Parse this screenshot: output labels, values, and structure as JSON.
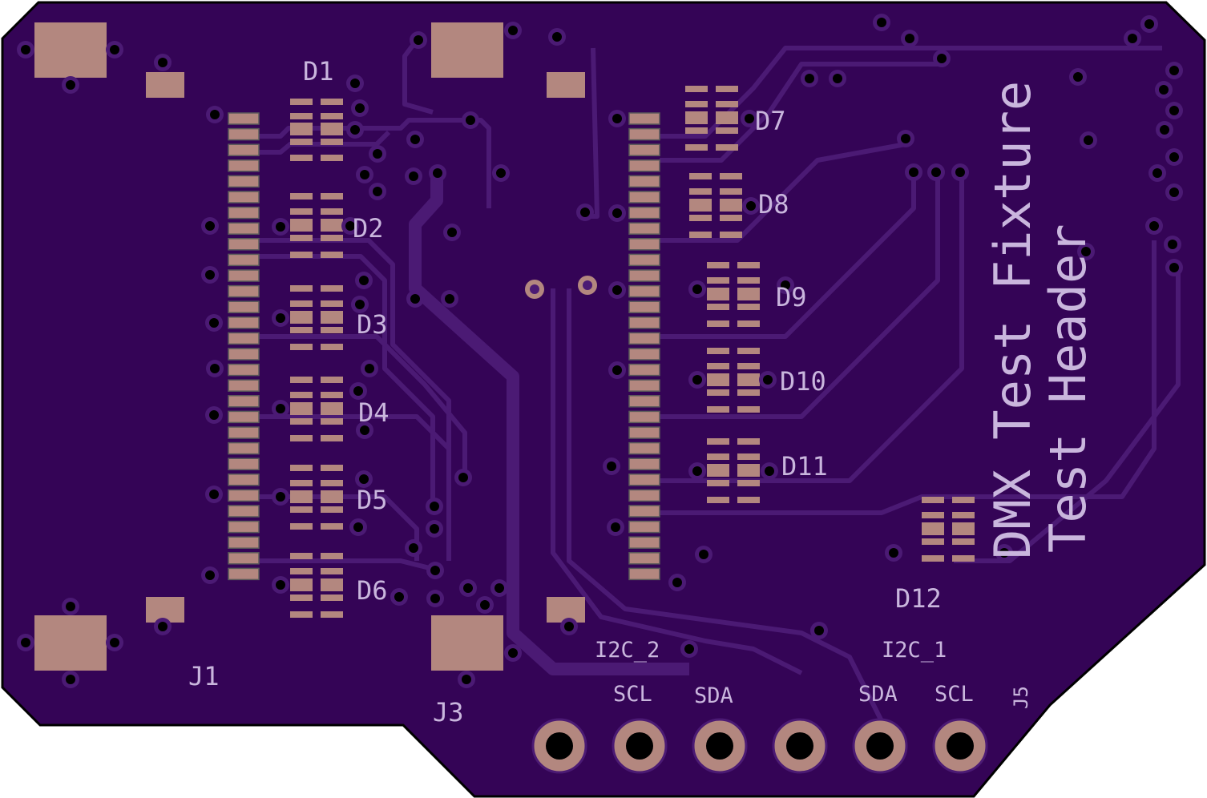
{
  "colors": {
    "board": "#340456",
    "trace": "#4b1a74",
    "pad": "#b3877f",
    "silk": "#c9b6dd",
    "drill": "#000000"
  },
  "labels": {
    "d1": "D1",
    "d2": "D2",
    "d3": "D3",
    "d4": "D4",
    "d5": "D5",
    "d6": "D6",
    "d7": "D7",
    "d8": "D8",
    "d9": "D9",
    "d10": "D10",
    "d11": "D11",
    "d12": "D12",
    "j1": "J1",
    "j3": "J3",
    "j5": "J5",
    "i2c2": "I2C_2",
    "i2c1": "I2C_1",
    "scl_a": "SCL",
    "sda_a": "SDA",
    "sda_b": "SDA",
    "scl_b": "SCL",
    "title1": "DMX Test Fixture",
    "title2": "Test Header"
  }
}
